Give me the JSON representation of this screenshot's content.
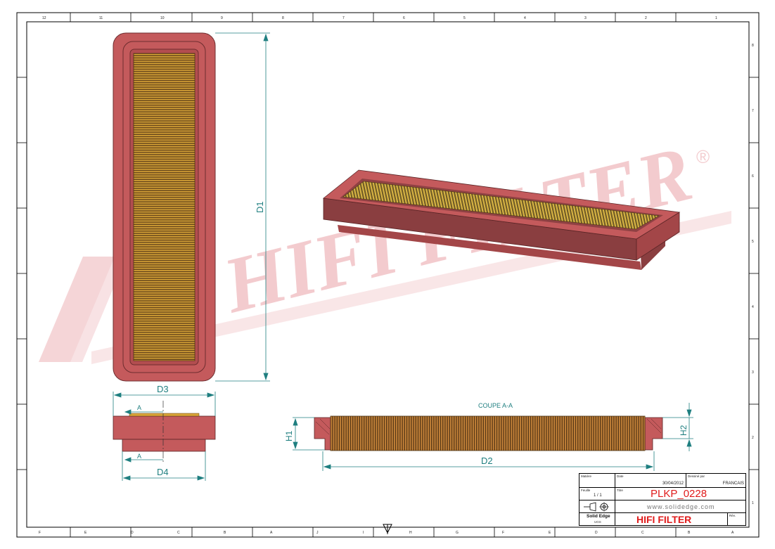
{
  "sheet": {
    "frame_color": "#000000",
    "border_top_marks": [
      "12",
      "11",
      "10",
      "9",
      "8",
      "7",
      "6",
      "5",
      "4",
      "3",
      "2",
      "1"
    ],
    "border_bottom_marks": [
      "F",
      "E",
      "D",
      "C",
      "B",
      "A",
      "J",
      "I",
      "H",
      "G",
      "F",
      "E",
      "D",
      "C",
      "B",
      "A"
    ],
    "border_right_marks": [
      "8",
      "7",
      "6",
      "5",
      "4",
      "3",
      "2",
      "1"
    ]
  },
  "watermark": {
    "text": "HIFI FILTER",
    "symbol": "®",
    "color": "#f3c9cc"
  },
  "colors": {
    "housing": "#c45a5c",
    "housing_dark": "#8a3e40",
    "pleat": "#d9a437",
    "pleat_dark": "#6b4a1c",
    "dimension": "#1f7f80"
  },
  "dimensions": {
    "d1": "D1",
    "d2": "D2",
    "d3": "D3",
    "d4": "D4",
    "h1": "H1",
    "h2": "H2",
    "section_mark": "A",
    "section_title": "COUPE A-A"
  },
  "title_block": {
    "label_matiere": "Matière",
    "label_date": "Date",
    "date": "30/04/2012",
    "label_dessine": "Dessiné par",
    "language": "FRANCAIS",
    "label_feuille": "Feuille",
    "sheet_no": "1 / 1",
    "label_titre": "Titre",
    "part_number": "PLKP_0228",
    "website": "www.solidedge.com",
    "software": "Solid Edge",
    "software_sub": "UGS",
    "company": "HIFI FILTER",
    "label_rev": "Rév.",
    "part_number_color": "#e01b1b"
  }
}
